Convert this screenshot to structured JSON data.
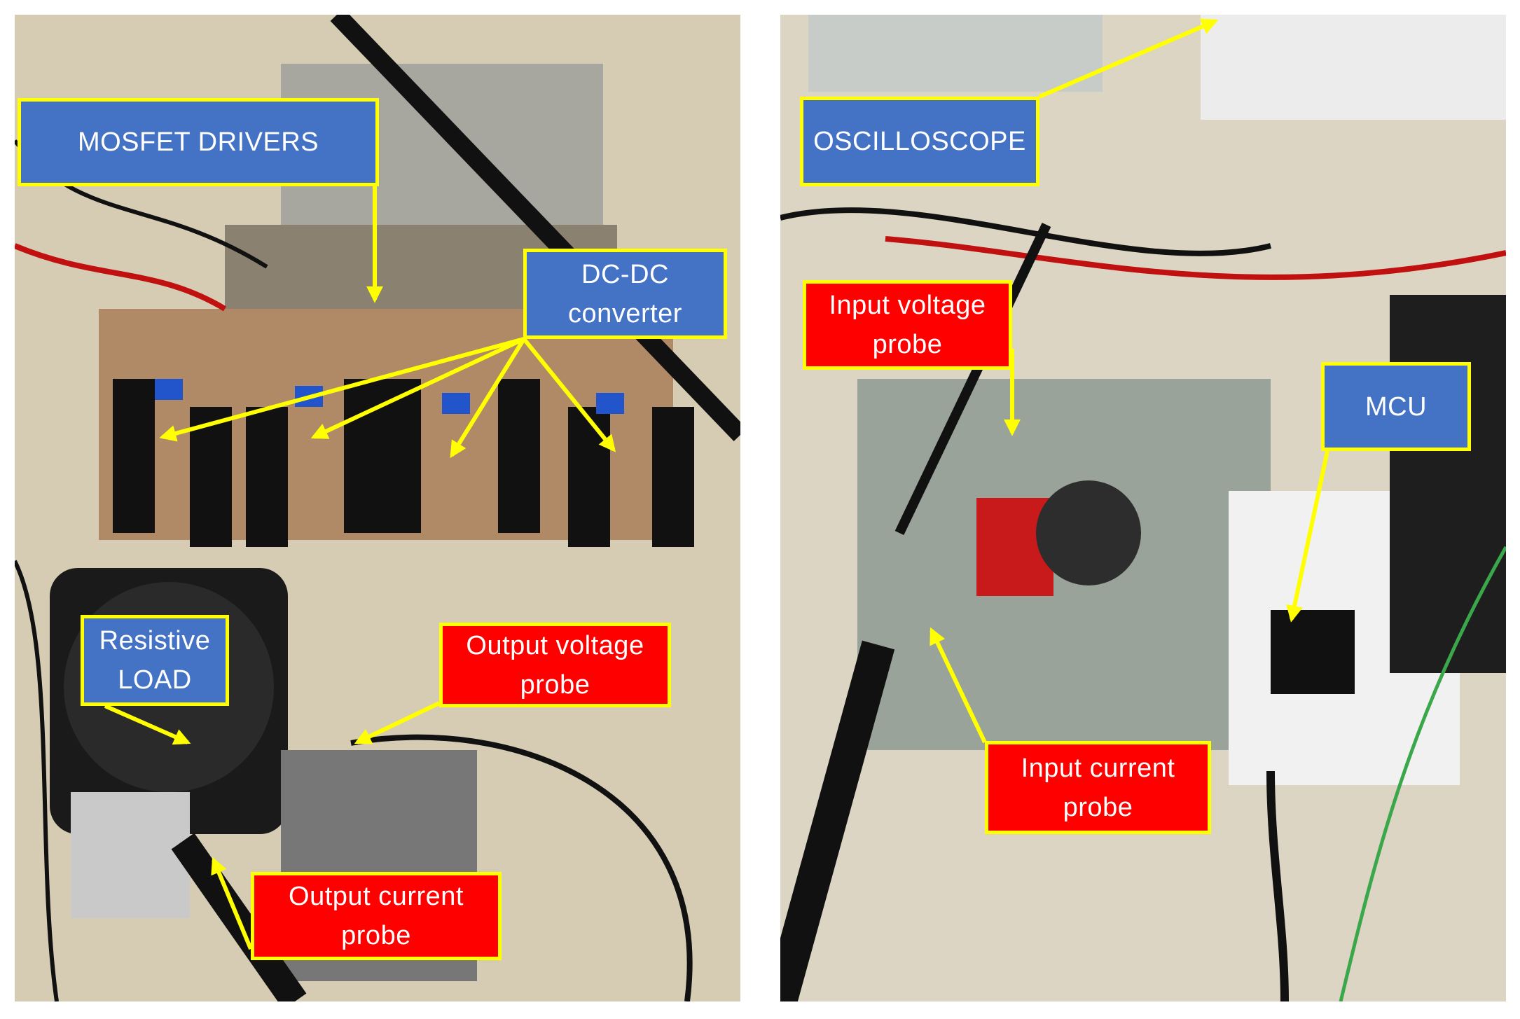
{
  "left_panel": {
    "labels": {
      "mosfet_drivers": "MOSFET DRIVERS",
      "dc_dc_line1": "DC-DC",
      "dc_dc_line2": "converter",
      "resistive_line1": "Resistive",
      "resistive_line2": "LOAD",
      "output_voltage_line1": "Output voltage",
      "output_voltage_line2": "probe",
      "output_current_line1": "Output current",
      "output_current_line2": "probe"
    }
  },
  "right_panel": {
    "labels": {
      "oscilloscope": "OSCILLOSCOPE",
      "input_voltage_line1": "Input voltage",
      "input_voltage_line2": "probe",
      "mcu": "MCU",
      "input_current_line1": "Input current",
      "input_current_line2": "probe"
    }
  },
  "colors": {
    "label_blue": "#4472c4",
    "label_red": "#ff0000",
    "label_border": "#ffff00",
    "arrow": "#ffff00"
  }
}
